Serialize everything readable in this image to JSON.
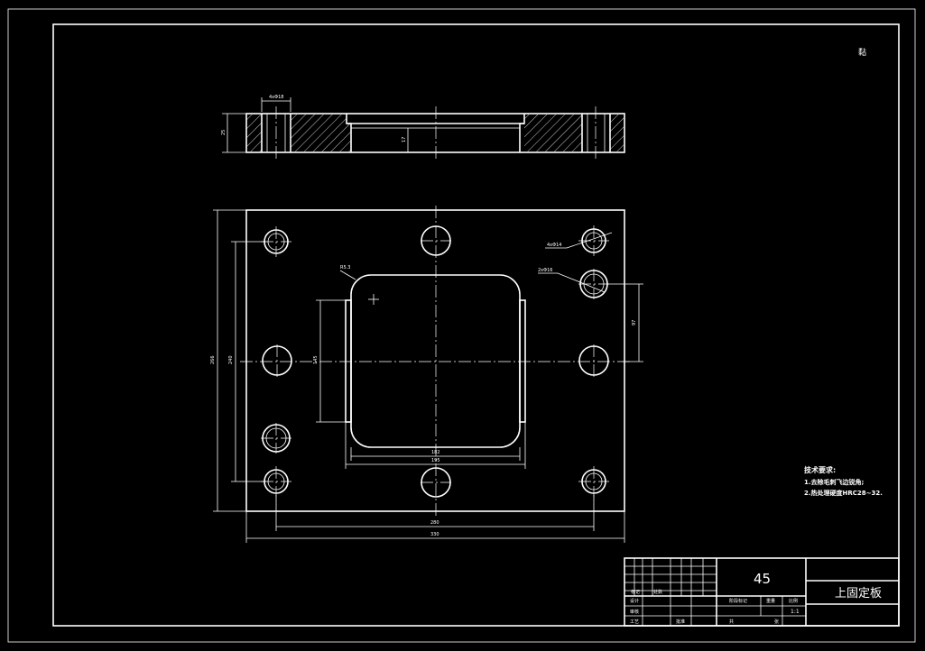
{
  "drawing": {
    "corner_mark": "黏",
    "side_view": {
      "hole_dim": "4xΦ18",
      "thickness": "25",
      "pocket_depth": "17"
    },
    "top_view": {
      "labels": {
        "radius": "R5.3",
        "hole_small": "4xΦ14",
        "hole_thread": "2xΦ16"
      },
      "dims": {
        "height_outer": "266",
        "height_inner": "240",
        "pocket_height": "145",
        "right_offset": "97",
        "pocket_inner_width": "182",
        "pocket_outer_width": "195",
        "hole_span": "280",
        "overall_width": "330"
      }
    },
    "tech_requirements": {
      "title": "技术要求:",
      "line1": "1.去除毛刺飞边锐角;",
      "line2": "2.热处理硬度HRC28~32."
    },
    "title_block": {
      "material": "45",
      "part_name": "上固定板",
      "scale": "1:1",
      "col_marks": "标记",
      "col_count": "处数",
      "col_weight": "重量",
      "col_ratio": "比例",
      "col_stage": "阶段标记",
      "design": "设计",
      "check": "审核",
      "process": "工艺",
      "approve": "批准",
      "sheet": "共",
      "sheet2": "张"
    }
  }
}
